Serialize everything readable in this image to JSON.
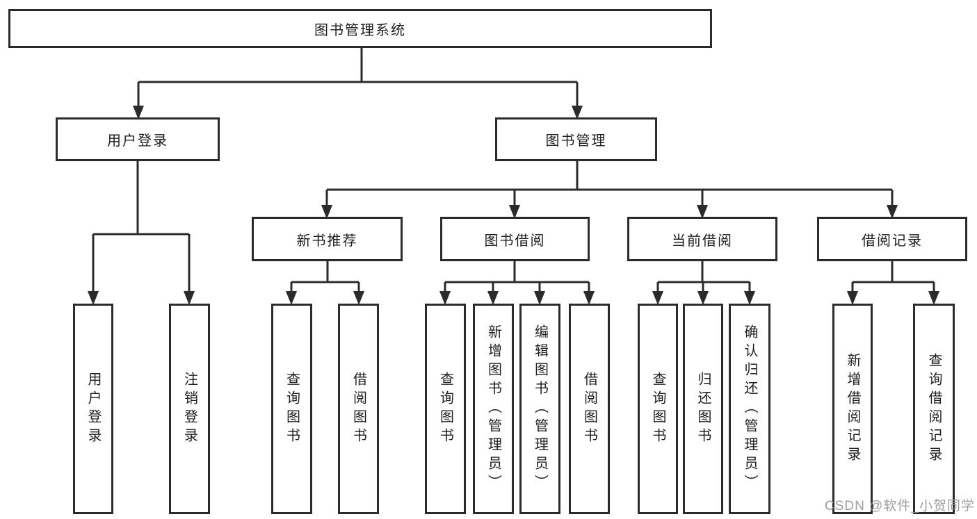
{
  "tree": {
    "label": "图书管理系统",
    "children": [
      {
        "label": "用户登录",
        "children": [
          {
            "label": "用户登录"
          },
          {
            "label": "注销登录"
          }
        ]
      },
      {
        "label": "图书管理",
        "children": [
          {
            "label": "新书推荐",
            "children": [
              {
                "label": "查询图书"
              },
              {
                "label": "借阅图书"
              }
            ]
          },
          {
            "label": "图书借阅",
            "children": [
              {
                "label": "查询图书"
              },
              {
                "label": "新增图书（管理员）"
              },
              {
                "label": "编辑图书（管理员）"
              },
              {
                "label": "借阅图书"
              }
            ]
          },
          {
            "label": "当前借阅",
            "children": [
              {
                "label": "查询图书"
              },
              {
                "label": "归还图书"
              },
              {
                "label": "确认归还（管理员）"
              }
            ]
          },
          {
            "label": "借阅记录",
            "children": [
              {
                "label": "新增借阅记录"
              },
              {
                "label": "查询借阅记录"
              }
            ]
          }
        ]
      }
    ]
  },
  "watermark": "CSDN @软件_小贺同学",
  "colors": {
    "line": "#2b2b2b",
    "box_border": "#2b2b2b",
    "box_background": "#ffffff",
    "text": "#1f1f1f",
    "watermark": "#949494"
  }
}
